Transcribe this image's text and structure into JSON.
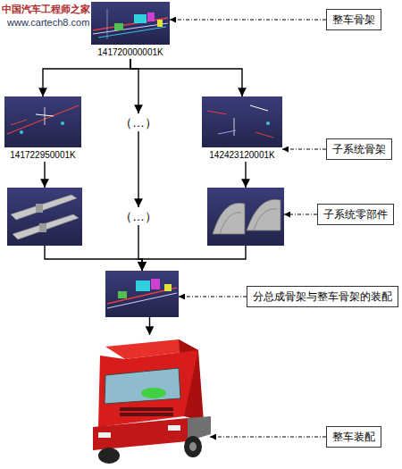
{
  "diagram": {
    "nodes": [
      {
        "text": [
          "141720000001K"
        ]
      },
      {
        "text": [
          "整车骨架"
        ]
      },
      {
        "text": [
          "141722950001K"
        ]
      },
      {
        "text": [
          "（…）"
        ]
      },
      {
        "text": [
          "142423120001K"
        ]
      },
      {
        "text": [
          "子系统骨架"
        ]
      },
      {
        "text": []
      },
      {
        "text": [
          "（…）"
        ]
      },
      {
        "text": []
      },
      {
        "text": [
          "子系统零部件"
        ]
      },
      {
        "text": []
      },
      {
        "text": [
          "分总成骨架与整车骨架的装配"
        ]
      },
      {
        "text": []
      },
      {
        "text": [
          "整车装配"
        ]
      }
    ],
    "edges": [
      {
        "from": 0,
        "to": 2,
        "arrow": "to"
      },
      {
        "from": 0,
        "to": 3,
        "arrow": "to"
      },
      {
        "from": 0,
        "to": 4,
        "arrow": "to"
      },
      {
        "from": 1,
        "to": 0,
        "arrow": "to"
      },
      {
        "from": 2,
        "to": 6,
        "arrow": "to"
      },
      {
        "from": 3,
        "to": 7,
        "arrow": "to"
      },
      {
        "from": 4,
        "to": 8,
        "arrow": "to"
      },
      {
        "from": 5,
        "to": 4,
        "arrow": "to"
      },
      {
        "from": 9,
        "to": 8,
        "arrow": "to"
      },
      {
        "from": 6,
        "to": 10,
        "arrow": "to"
      },
      {
        "from": 7,
        "to": 10,
        "arrow": "to"
      },
      {
        "from": 8,
        "to": 10,
        "arrow": "to"
      },
      {
        "from": 11,
        "to": 10,
        "arrow": "to"
      },
      {
        "from": 10,
        "to": 12,
        "arrow": "to"
      },
      {
        "from": 13,
        "to": 12,
        "arrow": "to"
      }
    ],
    "labels": [
      "中国汽车工程师之家",
      "www.cartech8.com"
    ]
  }
}
